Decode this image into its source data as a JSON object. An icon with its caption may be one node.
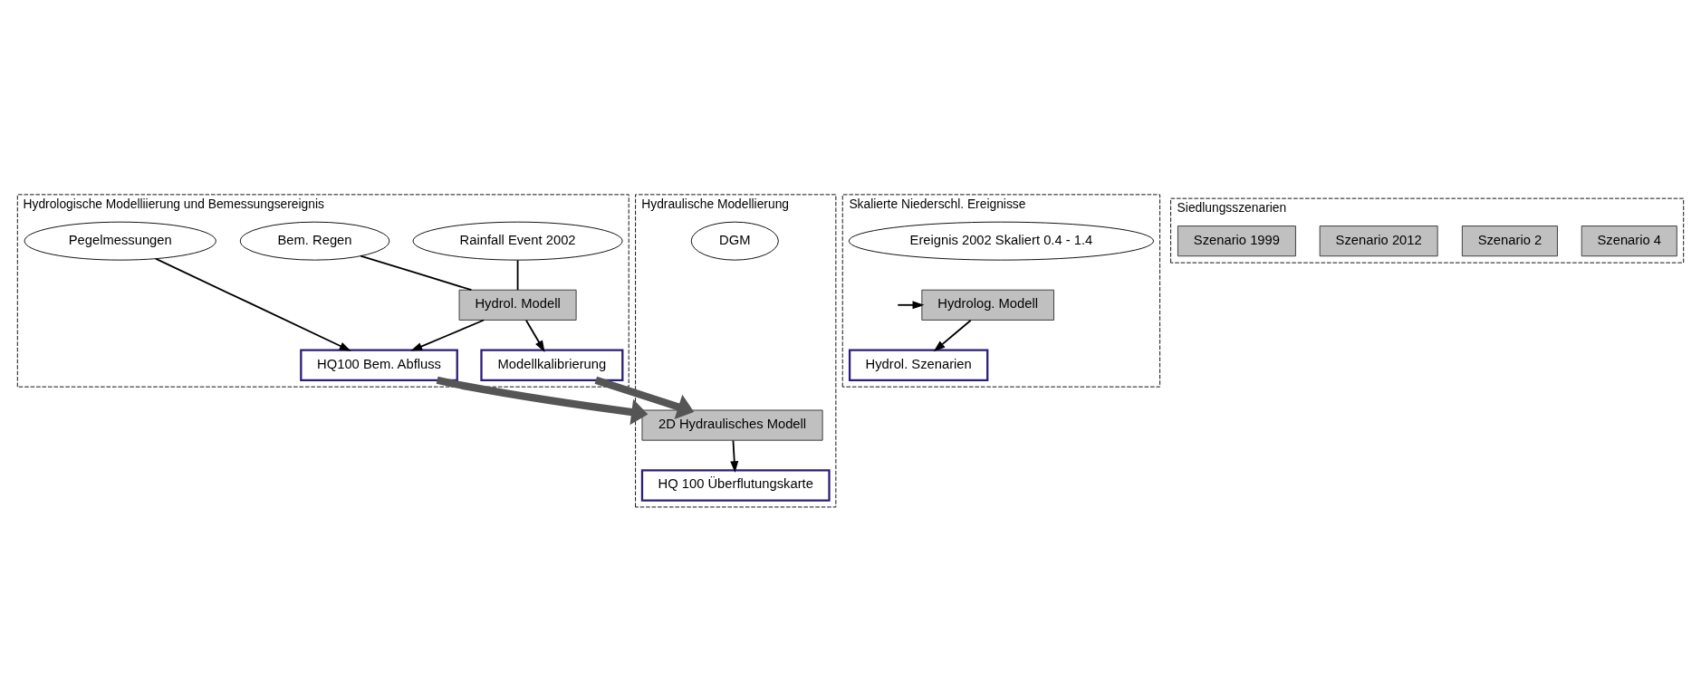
{
  "diagram": {
    "nodes": [
      {
        "text": [
          "Hydrologische Modelliierung und Bemessungsereignis"
        ]
      },
      {
        "text": [
          "Pegelmessungen"
        ],
        "in": 0
      },
      {
        "text": [
          "Bem. Regen"
        ],
        "in": 0
      },
      {
        "text": [
          "Rainfall Event 2002"
        ],
        "in": 0
      },
      {
        "text": [
          "Hydrol. Modell"
        ],
        "in": 0
      },
      {
        "text": [
          "HQ100 Bem. Abfluss"
        ],
        "in": 0
      },
      {
        "text": [
          "Modellkalibrierung"
        ],
        "in": 0
      },
      {
        "text": [
          "Skalierte Niederschl. Ereignisse"
        ]
      },
      {
        "text": [
          "Ereignis 2002 Skaliert 0.4 - 1.4"
        ],
        "in": 7
      },
      {
        "text": [
          "Hydrolog. Modell"
        ],
        "in": 7
      },
      {
        "text": [
          "Hydrol. Szenarien"
        ],
        "in": 7
      },
      {
        "text": [
          "Siedlungsszenarien"
        ]
      },
      {
        "text": [
          "Szenario 1999"
        ],
        "in": 11
      },
      {
        "text": [
          "Szenario 2012"
        ],
        "in": 11
      },
      {
        "text": [
          "Szenario 2"
        ],
        "in": 11
      },
      {
        "text": [
          "Szenario 4"
        ],
        "in": 11
      },
      {
        "text": [
          "Hydraulische Modellierung"
        ]
      },
      {
        "text": [
          "2D Hydraulisches Modell"
        ],
        "in": 16
      },
      {
        "text": [
          "DGM"
        ],
        "in": 16
      },
      {
        "text": [
          "HQ 100 Überflutungskarte"
        ],
        "in": 16
      }
    ],
    "edges": [
      {
        "from": 1,
        "to": 5,
        "arrow": "to"
      },
      {
        "from": 2,
        "to": 4,
        "arrow": "none"
      },
      {
        "from": 3,
        "to": 4,
        "arrow": "none"
      },
      {
        "from": 4,
        "to": 5,
        "arrow": "to"
      },
      {
        "from": 4,
        "to": 6,
        "arrow": "to"
      },
      {
        "from": null,
        "to": 9,
        "arrow": "to"
      },
      {
        "from": 9,
        "to": 10,
        "arrow": "to"
      },
      {
        "from": 5,
        "to": 17,
        "arrow": "to",
        "style": "thick"
      },
      {
        "from": 6,
        "to": 17,
        "arrow": "to",
        "style": "thick"
      },
      {
        "from": 17,
        "to": 19,
        "arrow": "to"
      }
    ]
  }
}
